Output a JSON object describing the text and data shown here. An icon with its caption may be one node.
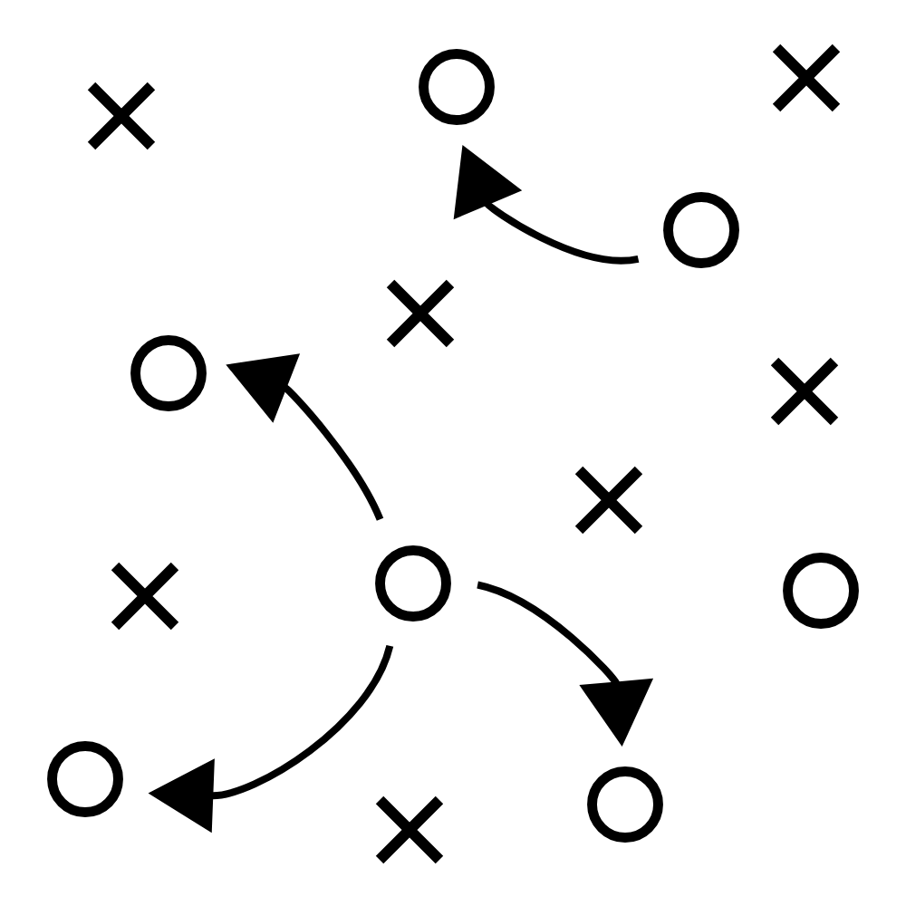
{
  "diagram": {
    "nodes": [
      {
        "text": [],
        "shape": "circle"
      },
      {
        "text": [],
        "shape": "circle"
      },
      {
        "text": [],
        "shape": "circle"
      },
      {
        "text": [],
        "shape": "circle"
      },
      {
        "text": [],
        "shape": "circle"
      },
      {
        "text": [],
        "shape": "circle"
      },
      {
        "text": [],
        "shape": "circle"
      },
      {
        "text": [],
        "shape": "cross"
      },
      {
        "text": [],
        "shape": "cross"
      },
      {
        "text": [],
        "shape": "cross"
      },
      {
        "text": [],
        "shape": "cross"
      },
      {
        "text": [],
        "shape": "cross"
      },
      {
        "text": [],
        "shape": "cross"
      },
      {
        "text": [],
        "shape": "cross"
      }
    ],
    "edges": [
      {
        "from": 1,
        "to": 0,
        "arrow": "to"
      },
      {
        "from": 3,
        "to": 2,
        "arrow": "to"
      },
      {
        "from": 3,
        "to": 6,
        "arrow": "to"
      },
      {
        "from": 3,
        "to": 5,
        "arrow": "to"
      }
    ]
  }
}
